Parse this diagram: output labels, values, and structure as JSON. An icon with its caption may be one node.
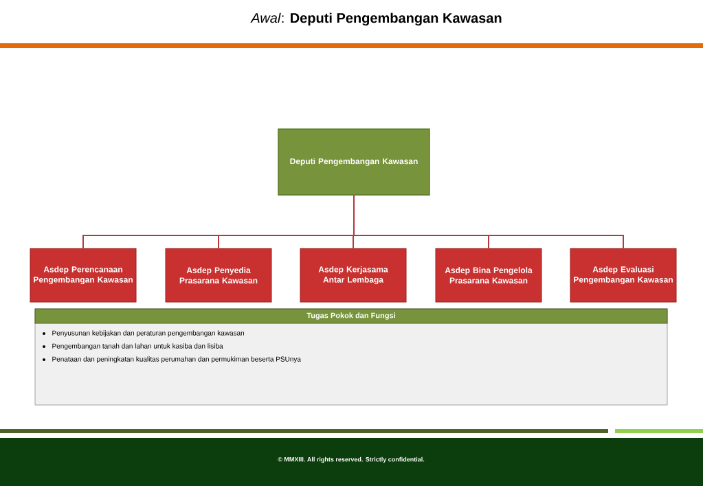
{
  "diagram": {
    "title": "*Awal*: **Deputi Pengembangan Kawasan**",
    "nodes": [
      {
        "text": [
          "Deputi Pengembangan Kawasan"
        ]
      },
      {
        "text": [
          "Asdep Perencanaan Pengembangan Kawasan"
        ]
      },
      {
        "text": [
          "Asdep Penyedia Prasarana Kawasan"
        ]
      },
      {
        "text": [
          "Asdep Kerjasama Antar Lembaga"
        ]
      },
      {
        "text": [
          "Asdep Bina Pengelola Prasarana Kawasan"
        ]
      },
      {
        "text": [
          "Asdep Evaluasi Pengembangan Kawasan"
        ]
      },
      {
        "text": [
          "Tugas Pokok dan Fungsi",
          "Penyusunan kebijakan dan peraturan pengembangan kawasan",
          "Pengembangan tanah dan lahan untuk kasiba dan lisiba",
          "Penataan dan peningkatan kualitas perumahan dan permukiman beserta PSUnya"
        ]
      }
    ],
    "edges": [
      {
        "from": 0,
        "to": 1,
        "arrow": "none"
      },
      {
        "from": 0,
        "to": 2,
        "arrow": "none"
      },
      {
        "from": 0,
        "to": 3,
        "arrow": "none"
      },
      {
        "from": 0,
        "to": 4,
        "arrow": "none"
      },
      {
        "from": 0,
        "to": 5,
        "arrow": "none"
      }
    ],
    "labels": [
      "© MMXIII. All rights reserved. Strictly confidential."
    ]
  }
}
